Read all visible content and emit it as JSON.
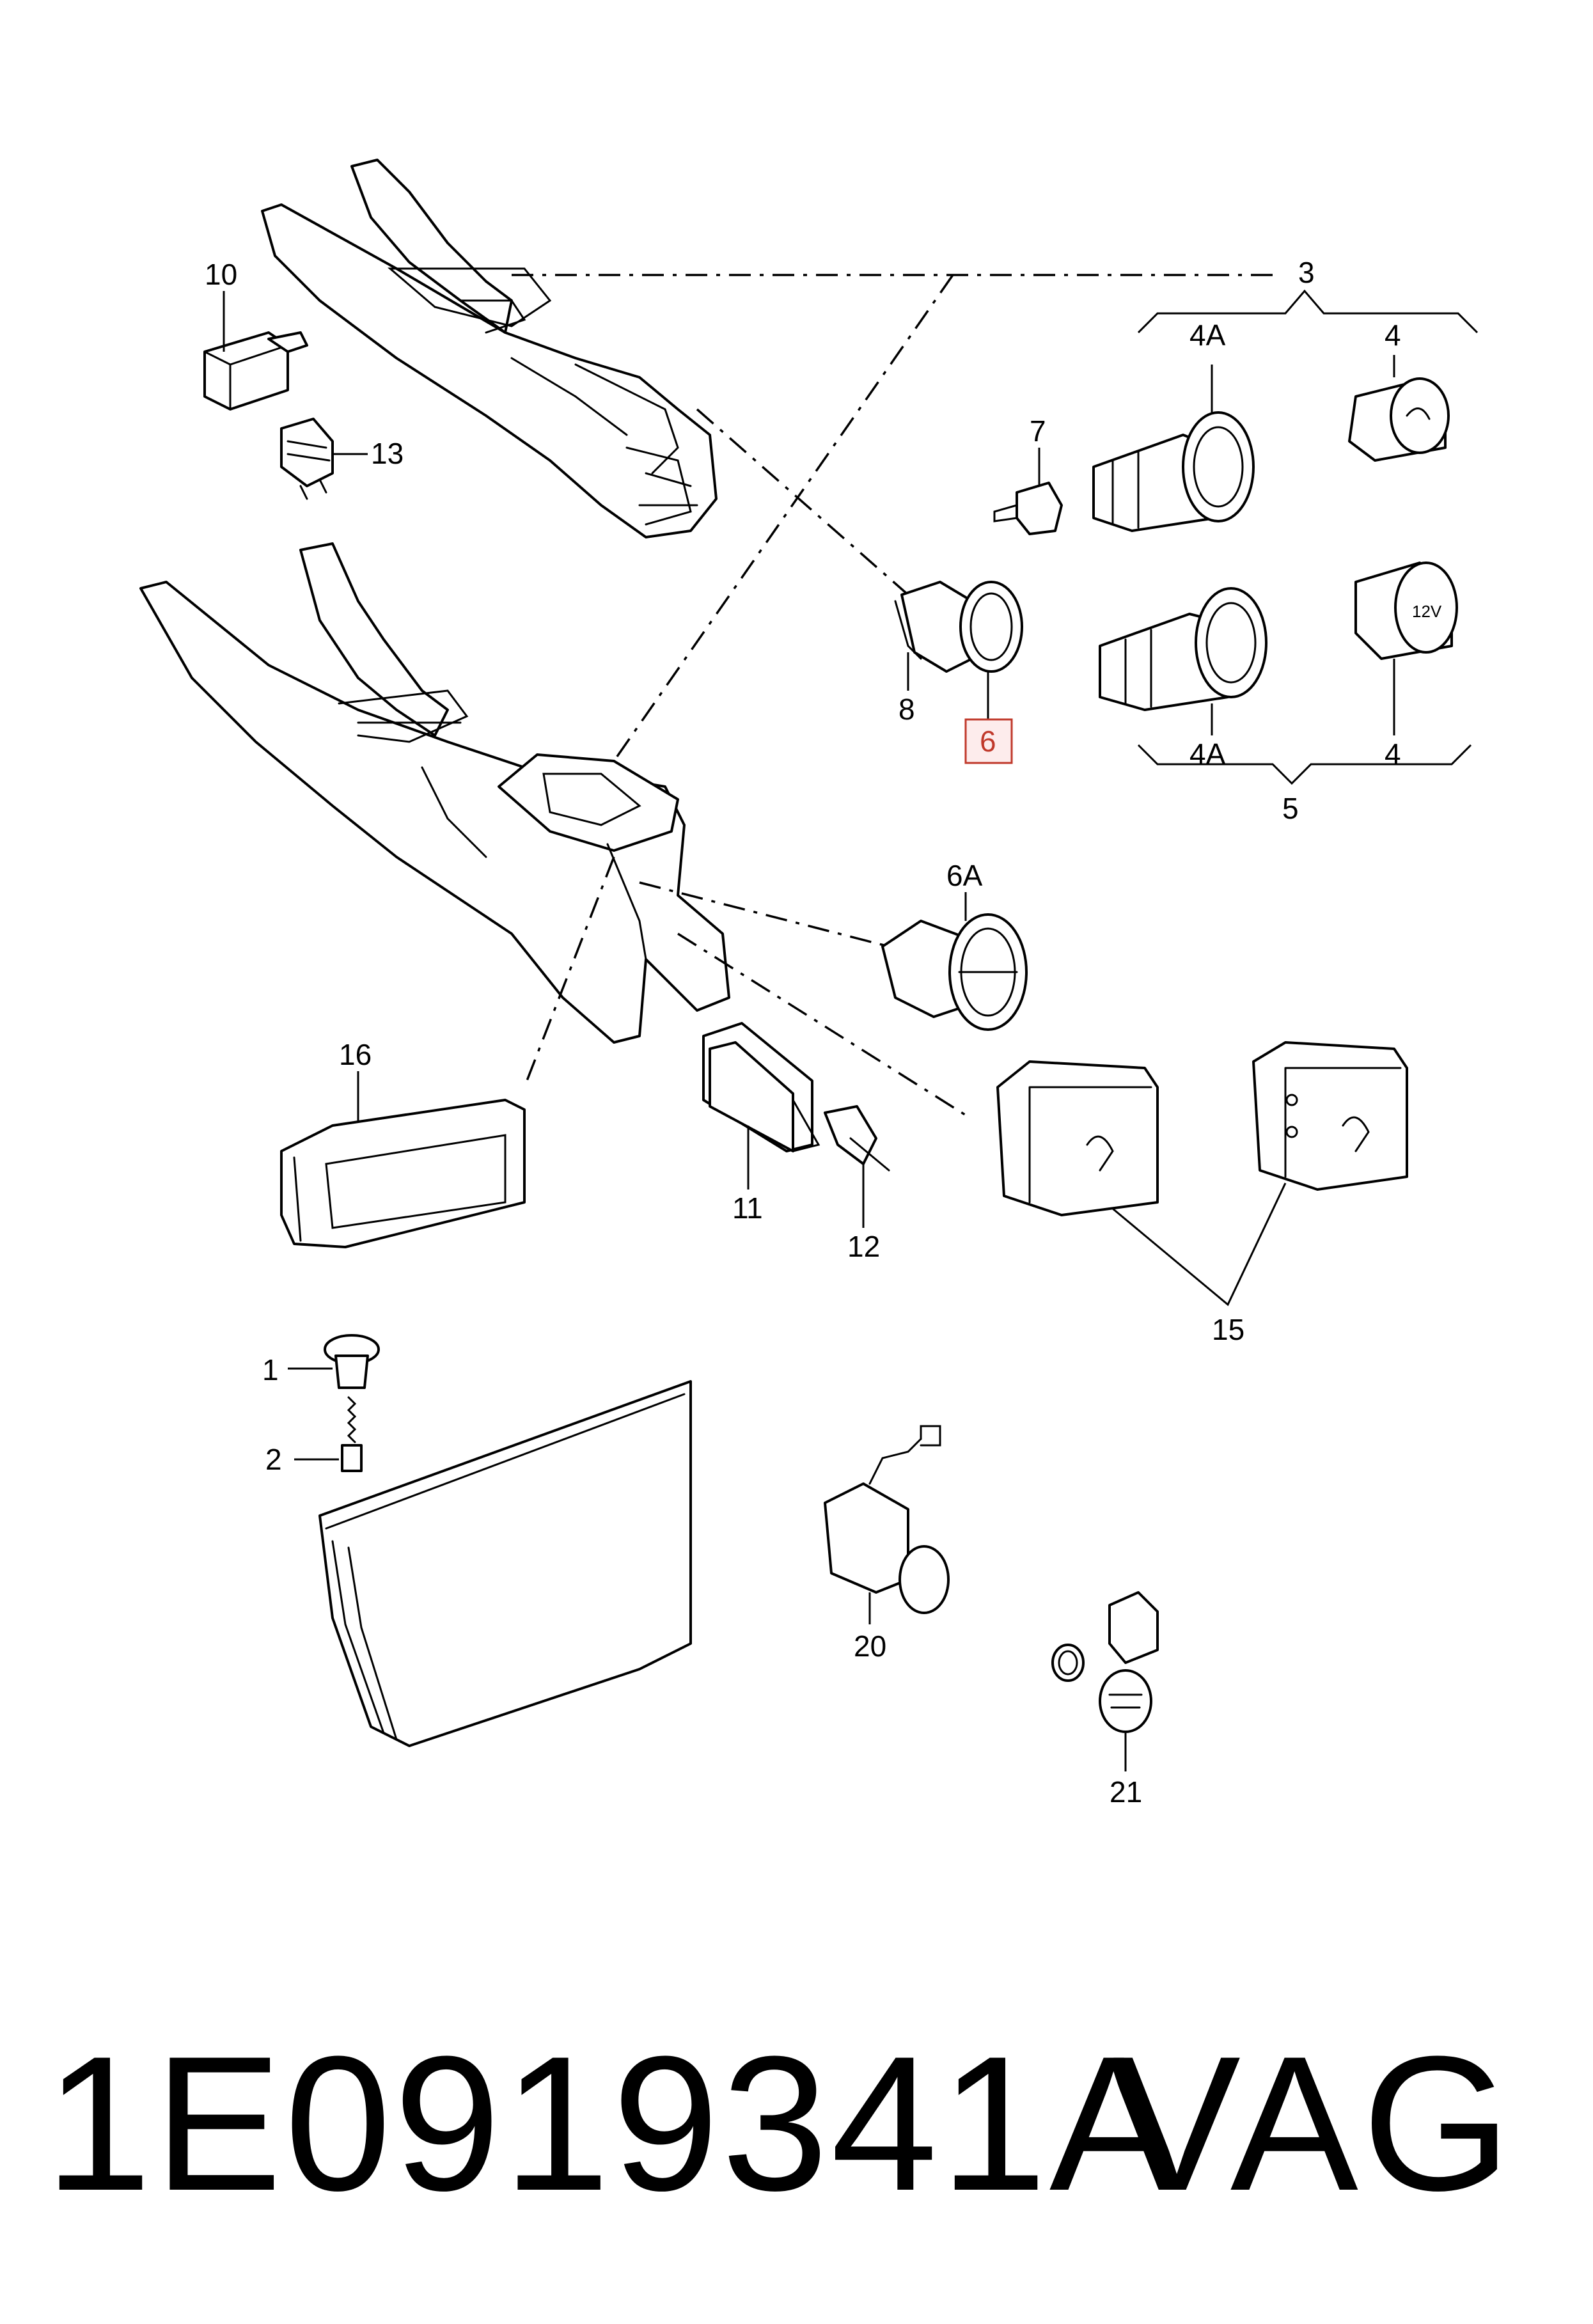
{
  "callouts": {
    "c3": "3",
    "c4A_top": "4A",
    "c4_top": "4",
    "c7": "7",
    "c8": "8",
    "c6": "6",
    "c4A_bottom": "4A",
    "c4_bottom": "4",
    "c5": "5",
    "c10": "10",
    "c13": "13",
    "c6A": "6A",
    "c16": "16",
    "c11": "11",
    "c12": "12",
    "c15": "15",
    "c1": "1",
    "c2": "2",
    "c20": "20",
    "c21": "21"
  },
  "socket_label": "12V",
  "footer": {
    "part_number": "1E0919341A",
    "brand": "VAG"
  },
  "colors": {
    "highlight": "#c0392b",
    "highlight_fill": "#fdecec"
  }
}
